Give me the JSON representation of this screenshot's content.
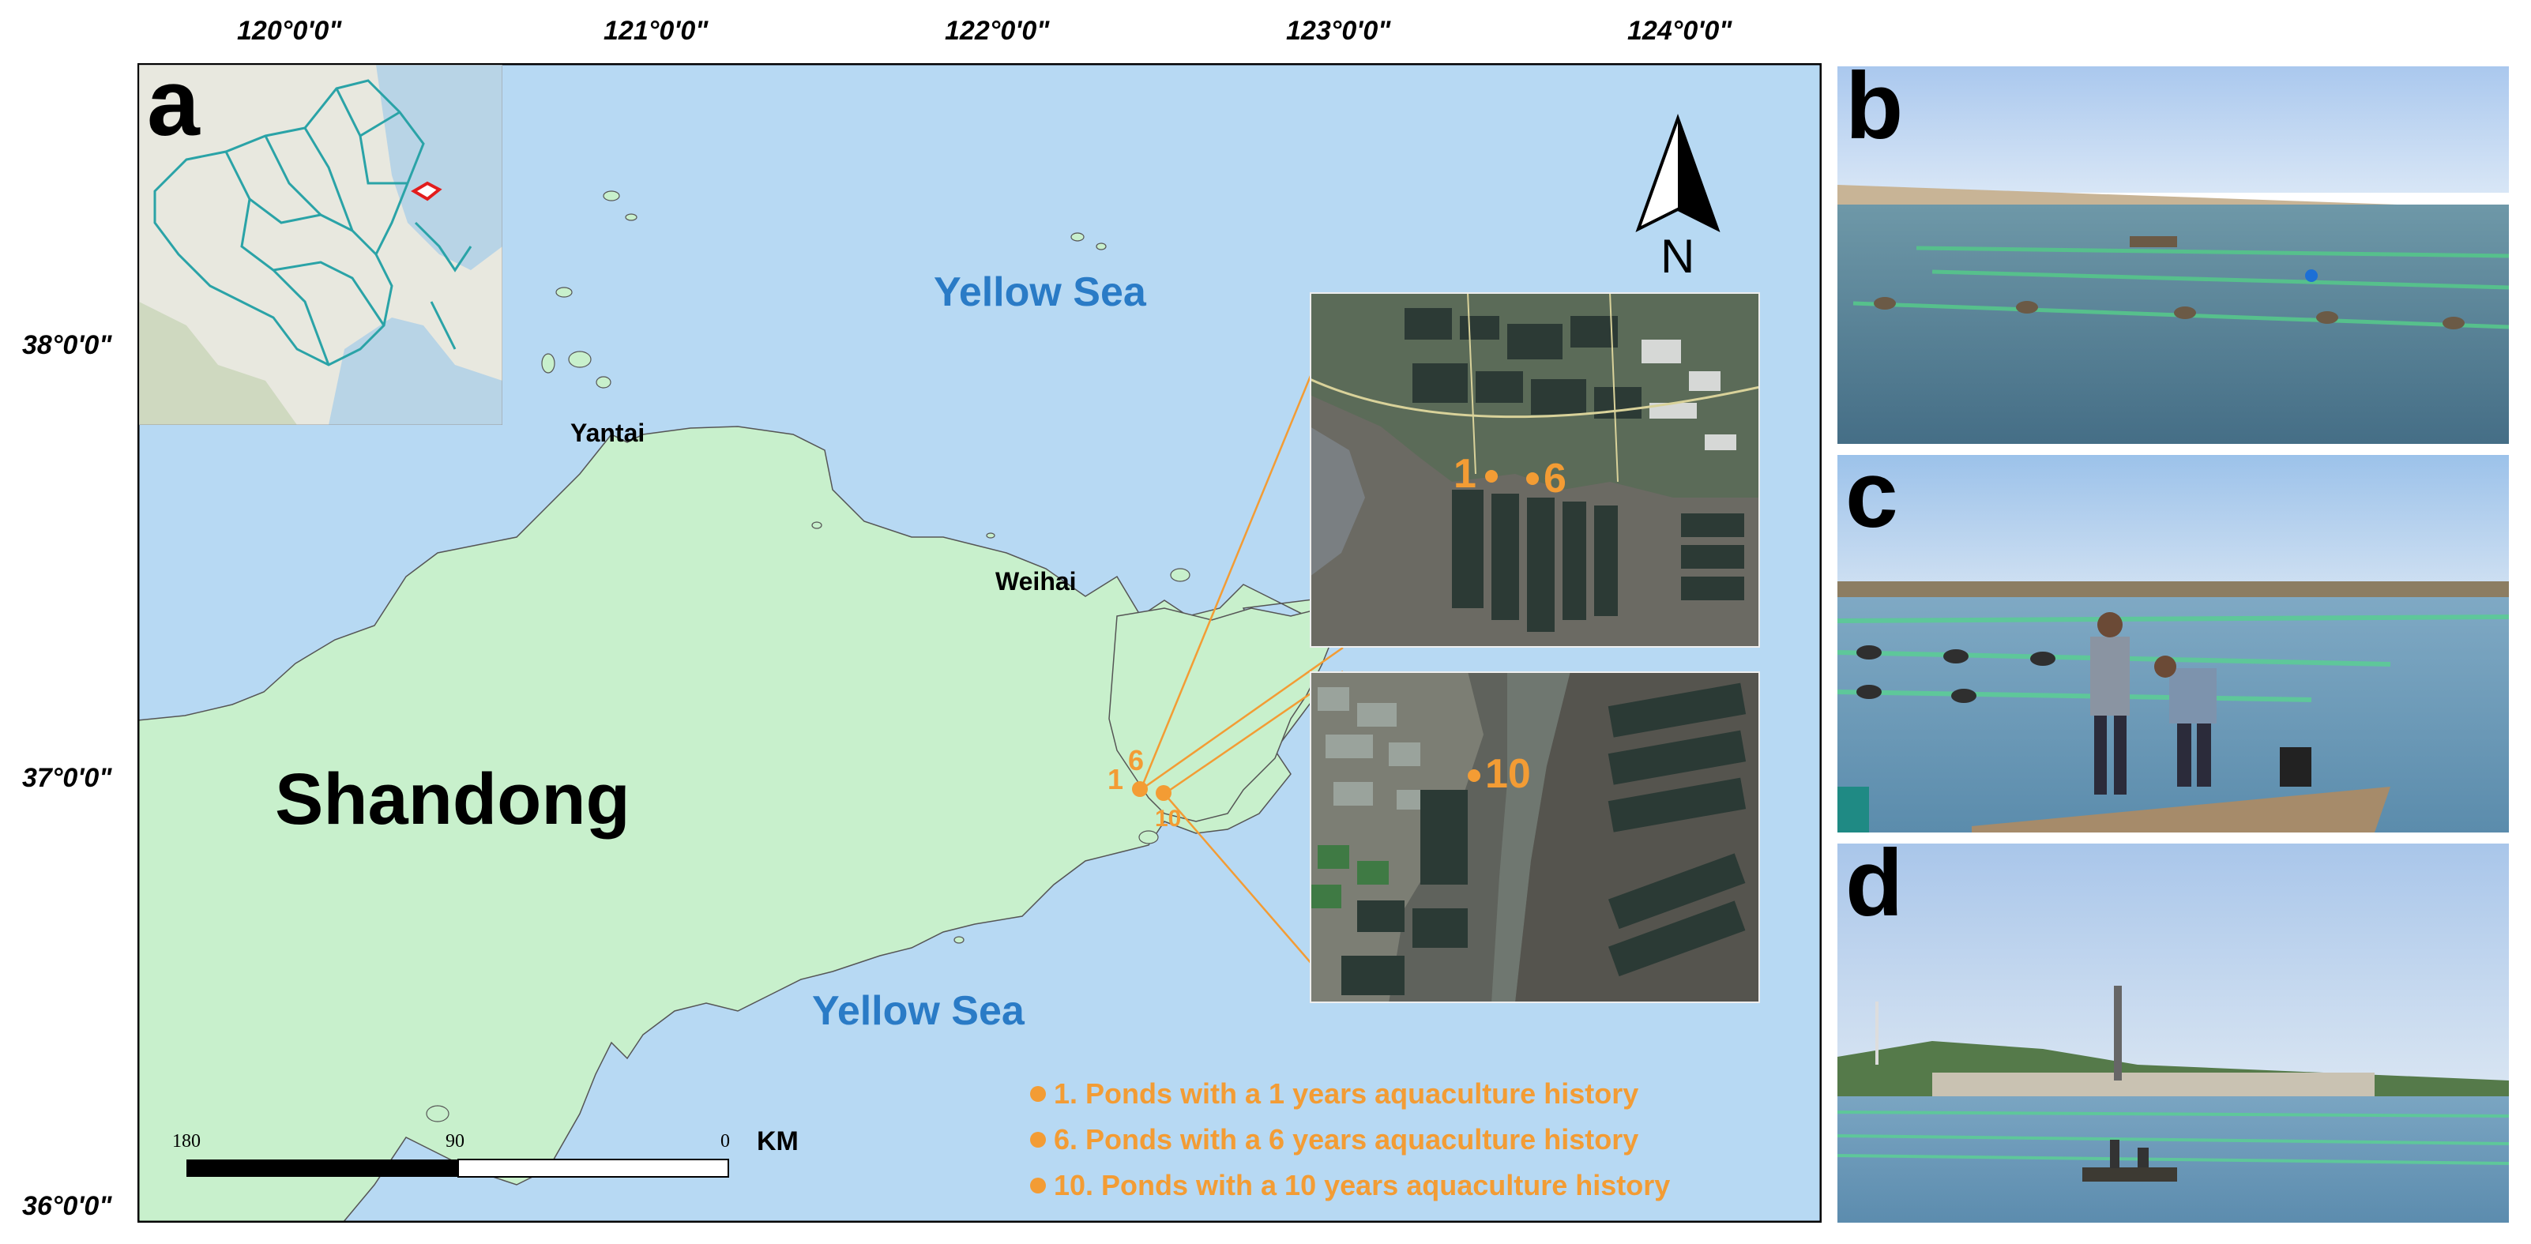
{
  "map": {
    "panel_letter": "a",
    "lon_labels": [
      "120°0'0\"",
      "121°0'0\"",
      "122°0'0\"",
      "123°0'0\"",
      "124°0'0\""
    ],
    "lat_labels": [
      "38°0'0\"",
      "37°0'0\"",
      "36°0'0\""
    ],
    "sea_top": "Yellow Sea",
    "sea_bottom": "Yellow Sea",
    "province": "Shandong",
    "cities": {
      "yantai": "Yantai",
      "weihai": "Weihai"
    },
    "north_label": "N",
    "scale": {
      "left": "180",
      "mid": "90",
      "right": "0",
      "unit": "KM"
    },
    "site_labels": {
      "s1": "1",
      "s6": "6",
      "s10": "10"
    },
    "inset_top_labels": {
      "s1": "1",
      "s6": "6"
    },
    "inset_bottom_label": "10",
    "legend": [
      "1. Ponds with a 1 years aquaculture history",
      "6. Ponds with a 6 years aquaculture history",
      "10. Ponds with a 10 years aquaculture history"
    ],
    "colors": {
      "sea": "#b7d9f3",
      "land": "#c8f0cc",
      "site": "#f39c34",
      "sea_text": "#2a7bc6"
    }
  },
  "photos": {
    "b": "b",
    "c": "c",
    "d": "d"
  }
}
